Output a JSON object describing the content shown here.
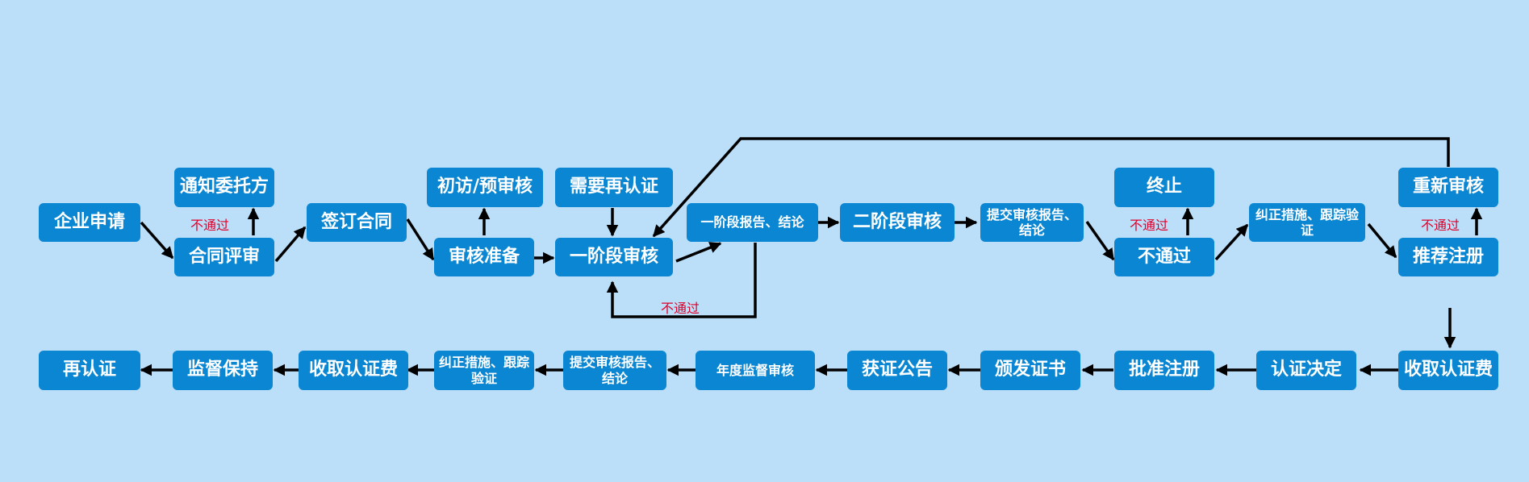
{
  "colors": {
    "background": "#bcdff9",
    "node": "#0a86d2",
    "node_text": "#ffffff",
    "arrow": "#000000",
    "fail_label": "#e0002a"
  },
  "nodes": {
    "qiye_shenqing": "企业申请",
    "tongzhi_weituofang": "通知委托方",
    "hetong_pingshen": "合同评审",
    "qianding_hetong": "签订合同",
    "chufang_yushenhe": "初访/预审核",
    "shenhe_zhunbei": "审核准备",
    "xuyao_zairenzheng": "需要再认证",
    "yijieduan_shenhe": "一阶段审核",
    "yijieduan_baogao": "一阶段报告、结论",
    "erjieduan_shenhe": "二阶段审核",
    "tijiao_baogao_1": "提交审核报告、结论",
    "zhongzhi": "终止",
    "butongguo": "不通过",
    "jiuzheng_1": "纠正措施、跟踪验证",
    "chongxin_shenhe": "重新审核",
    "tuijian_zhuce": "推荐注册",
    "shouqu_renzhengfei_1": "收取认证费",
    "renzheng_jueding": "认证决定",
    "pizhun_zhuce": "批准注册",
    "banfa_zhengshu": "颁发证书",
    "huozheng_gonggao": "获证公告",
    "niandu_jiandu": "年度监督审核",
    "tijiao_baogao_2": "提交审核报告、结论",
    "jiuzheng_2": "纠正措施、跟踪验证",
    "shouqu_renzhengfei_2": "收取认证费",
    "jiandu_baochi": "监督保持",
    "zairenzheng": "再认证"
  },
  "fail_labels": {
    "contract": "不通过",
    "stage1": "不通过",
    "stop": "不通过",
    "recommend": "不通过"
  }
}
